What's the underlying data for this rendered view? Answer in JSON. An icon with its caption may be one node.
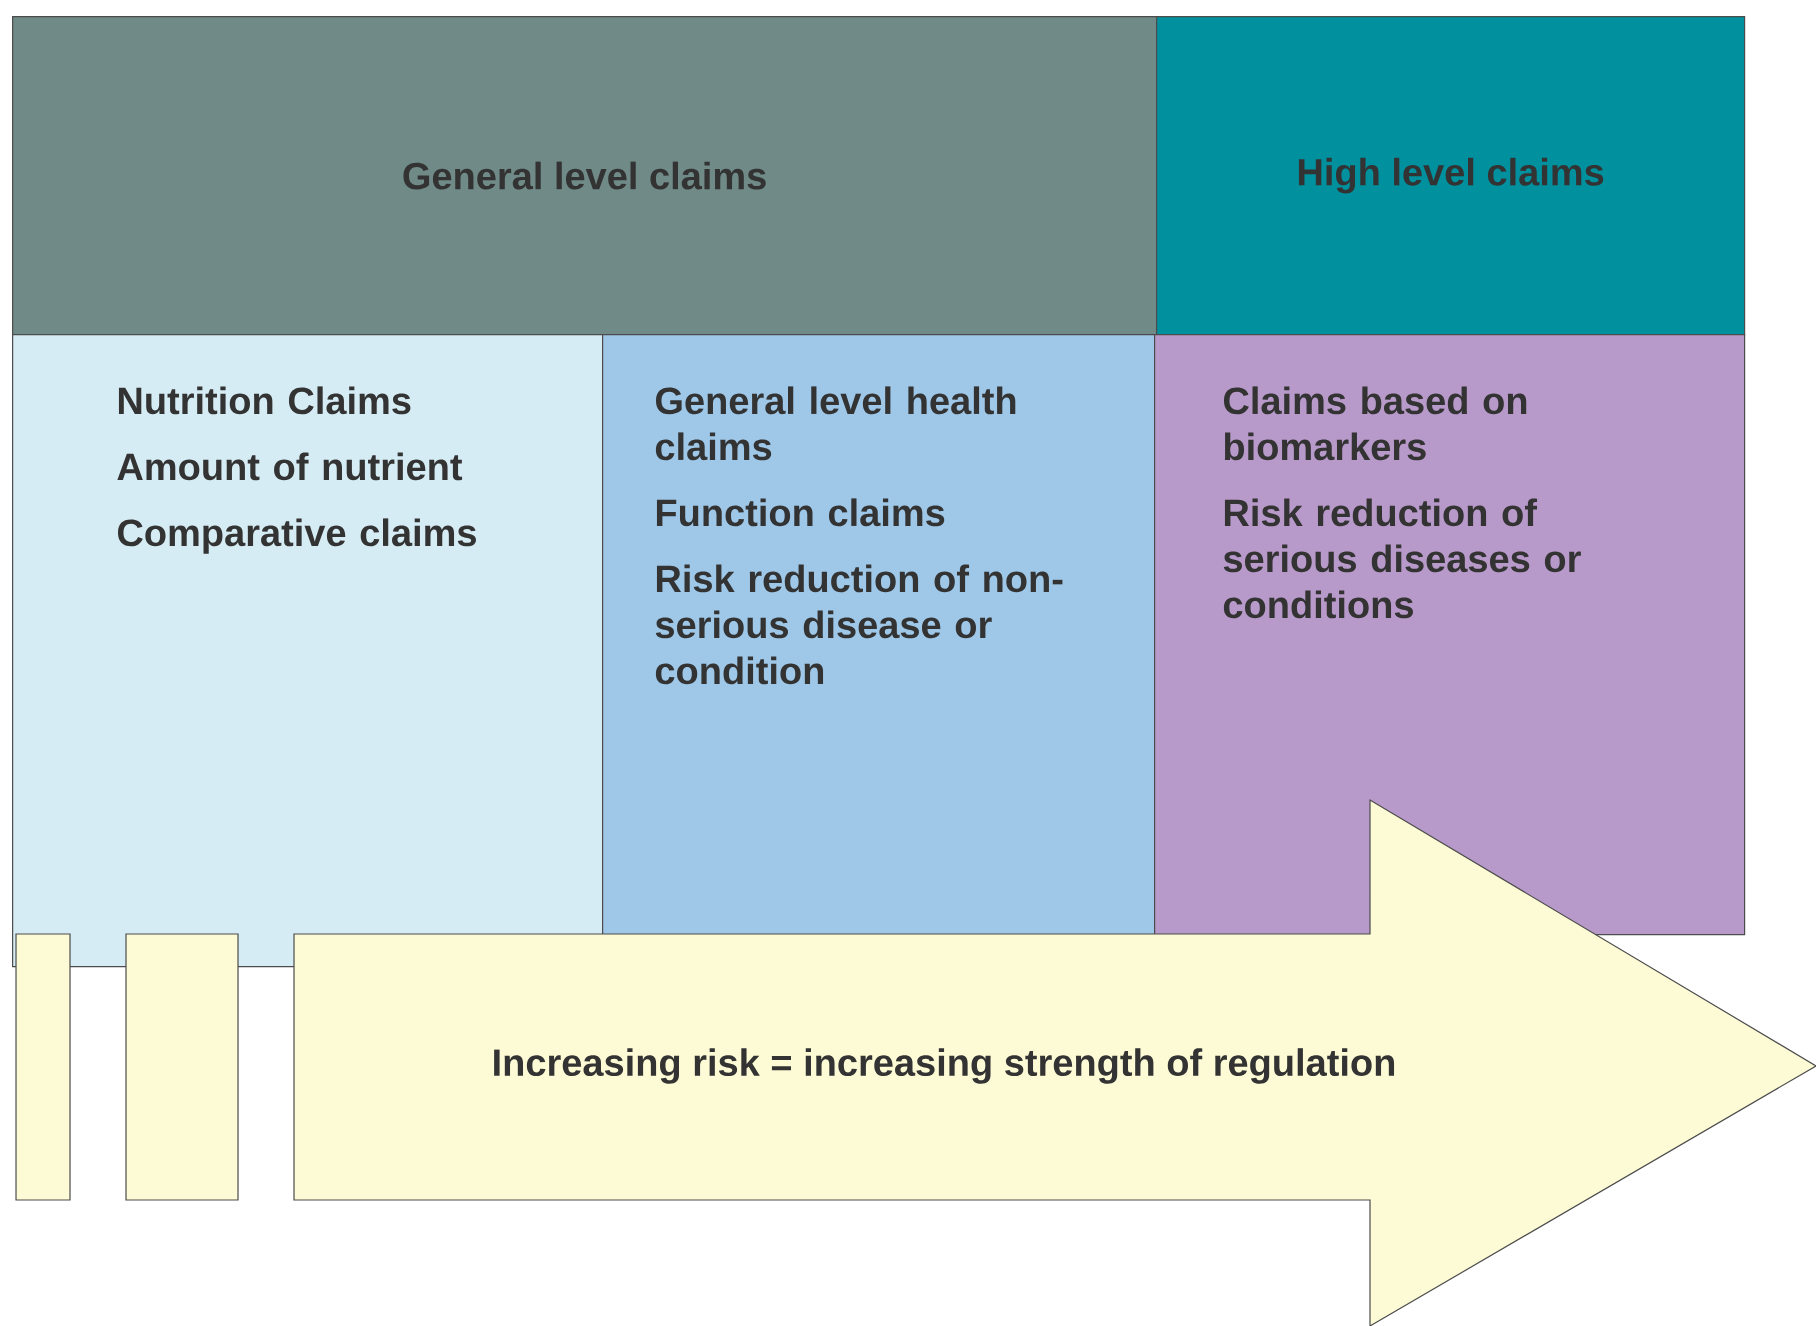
{
  "diagram": {
    "nodes": [
      {
        "text": [
          "General level claims"
        ]
      },
      {
        "text": [
          "High level claims"
        ]
      },
      {
        "text": [
          "Nutrition Claims",
          "Amount of nutrient",
          "Comparative claims"
        ]
      },
      {
        "text": [
          "General level health claims",
          "Function claims",
          "Risk reduction of non-serious disease or condition"
        ]
      },
      {
        "text": [
          "Claims based on biomarkers",
          "Risk reduction of serious diseases or conditions"
        ]
      },
      {
        "text": [
          "Increasing risk = increasing strength of regulation"
        ]
      }
    ]
  }
}
